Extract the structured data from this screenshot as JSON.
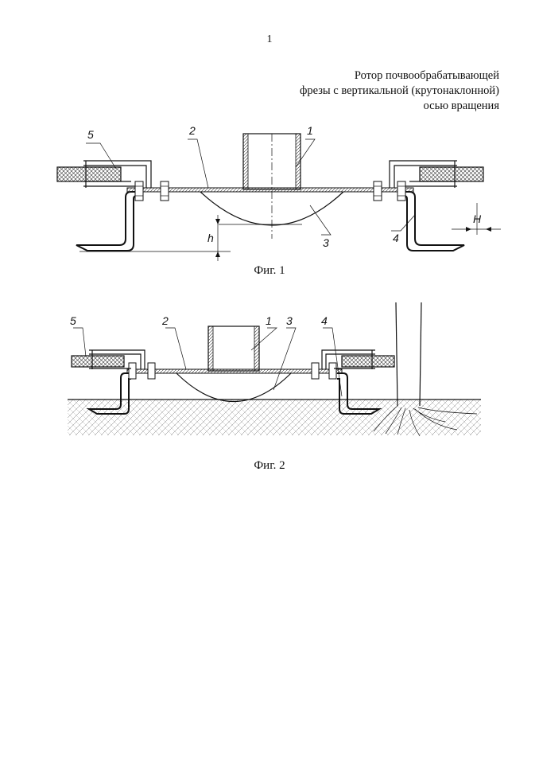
{
  "page_number": "1",
  "title_lines": [
    "Ротор почвообрабатывающей",
    "фрезы с вертикальной (крутонаклонной)",
    "осью вращения"
  ],
  "figure1": {
    "caption": "Фиг. 1",
    "labels": {
      "l1": "1",
      "l2": "2",
      "l3": "3",
      "l4": "4",
      "l5": "5",
      "h": "h",
      "H": "H"
    }
  },
  "figure2": {
    "caption": "Фиг. 2",
    "labels": {
      "l1": "1",
      "l2": "2",
      "l3": "3",
      "l4": "4",
      "l5": "5"
    }
  }
}
